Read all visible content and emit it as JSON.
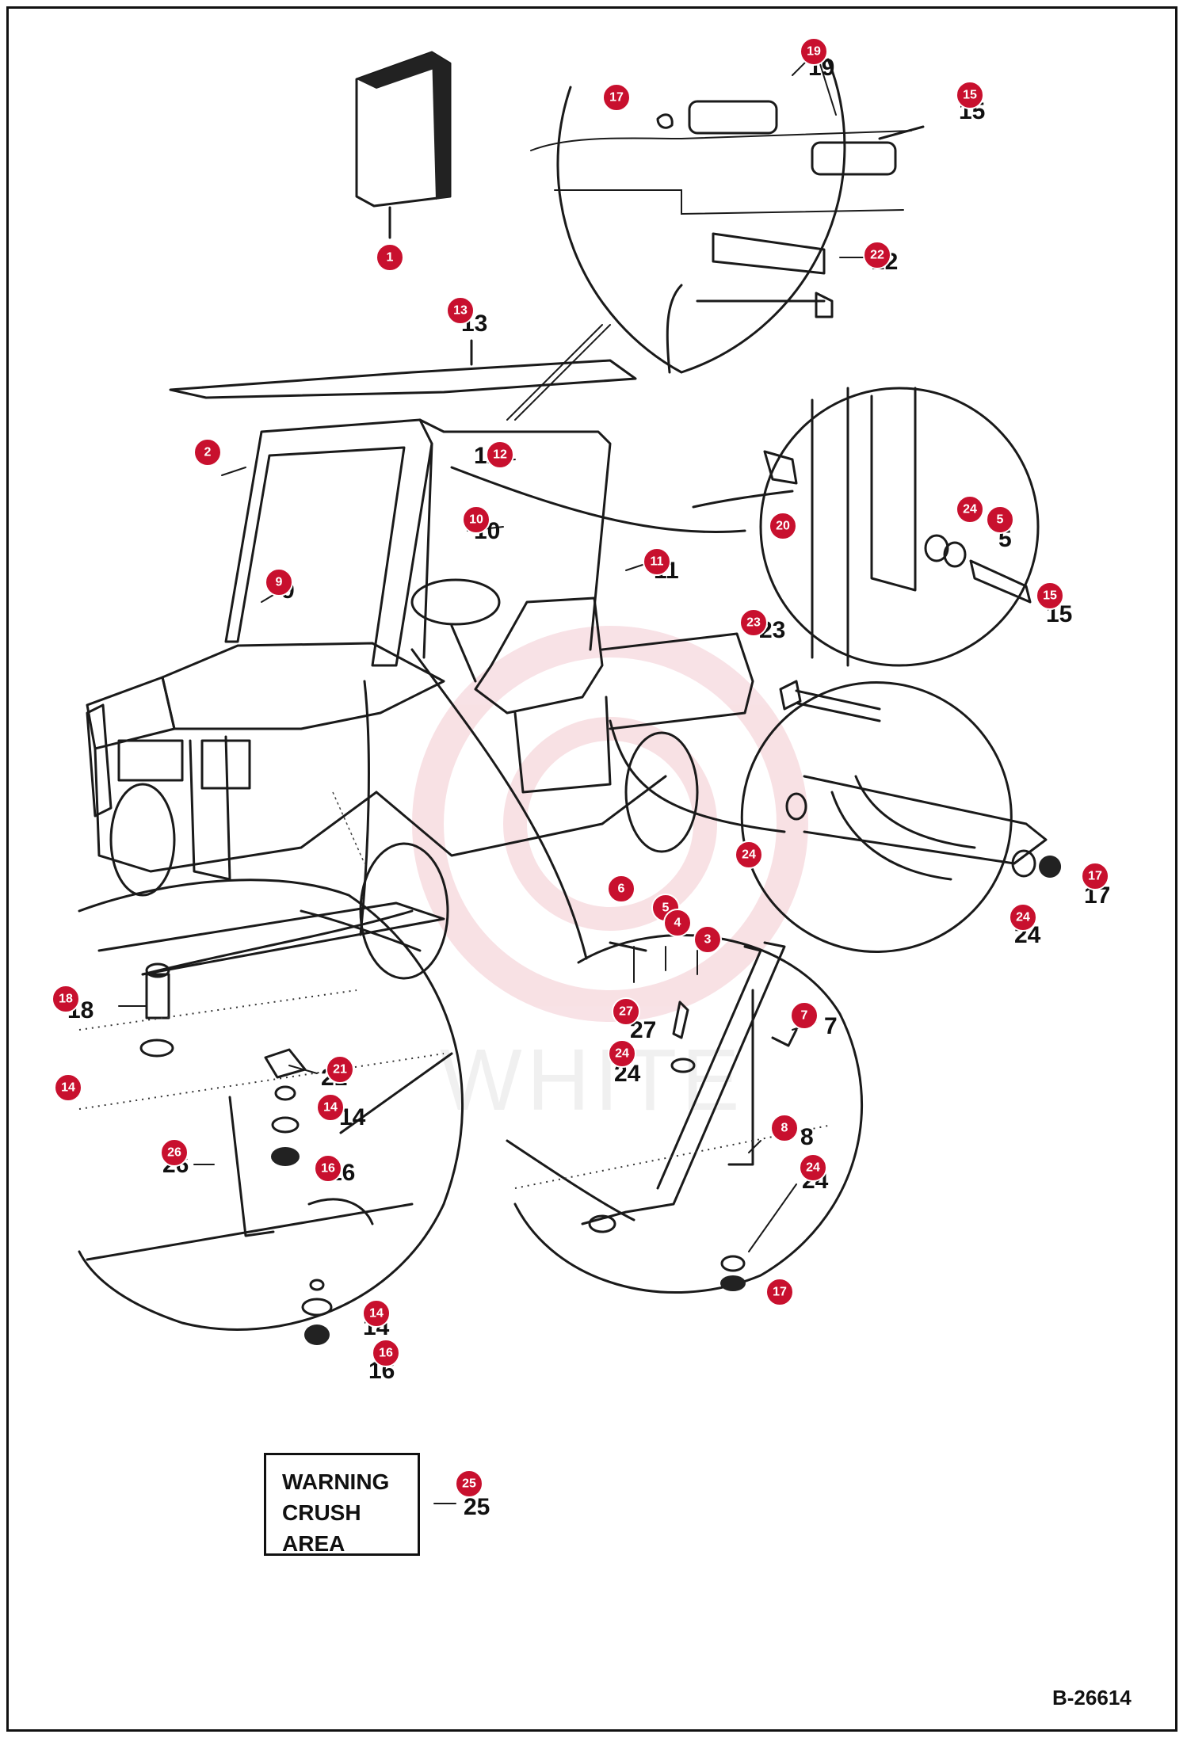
{
  "figure_code": "B-26614",
  "warning_label": [
    "WARNING",
    "CRUSH",
    "AREA"
  ],
  "watermark": "WHITE",
  "callouts": [
    {
      "label": "1"
    },
    {
      "label": "19"
    },
    {
      "label": "17"
    },
    {
      "label": "15"
    },
    {
      "label": "22"
    },
    {
      "label": "13"
    },
    {
      "label": "2"
    },
    {
      "label": "12"
    },
    {
      "label": "10"
    },
    {
      "label": "11"
    },
    {
      "label": "9"
    },
    {
      "label": "20"
    },
    {
      "label": "24"
    },
    {
      "label": "5"
    },
    {
      "label": "15"
    },
    {
      "label": "23"
    },
    {
      "label": "24"
    },
    {
      "label": "17"
    },
    {
      "label": "24"
    },
    {
      "label": "6"
    },
    {
      "label": "5"
    },
    {
      "label": "4"
    },
    {
      "label": "3"
    },
    {
      "label": "27"
    },
    {
      "label": "7"
    },
    {
      "label": "24"
    },
    {
      "label": "18"
    },
    {
      "label": "21"
    },
    {
      "label": "14"
    },
    {
      "label": "14"
    },
    {
      "label": "26"
    },
    {
      "label": "16"
    },
    {
      "label": "8"
    },
    {
      "label": "24"
    },
    {
      "label": "17"
    },
    {
      "label": "14"
    },
    {
      "label": "16"
    },
    {
      "label": "25"
    }
  ],
  "part_numbers": [
    "19",
    "15",
    "22",
    "13",
    "12",
    "10",
    "11",
    "9",
    "5",
    "15",
    "23",
    "17",
    "24",
    "7",
    "27",
    "24",
    "18",
    "21",
    "14",
    "26",
    "16",
    "8",
    "24",
    "14",
    "16",
    "25"
  ],
  "colors": {
    "callout": "#c8102e",
    "ink": "#1a1a1a"
  }
}
